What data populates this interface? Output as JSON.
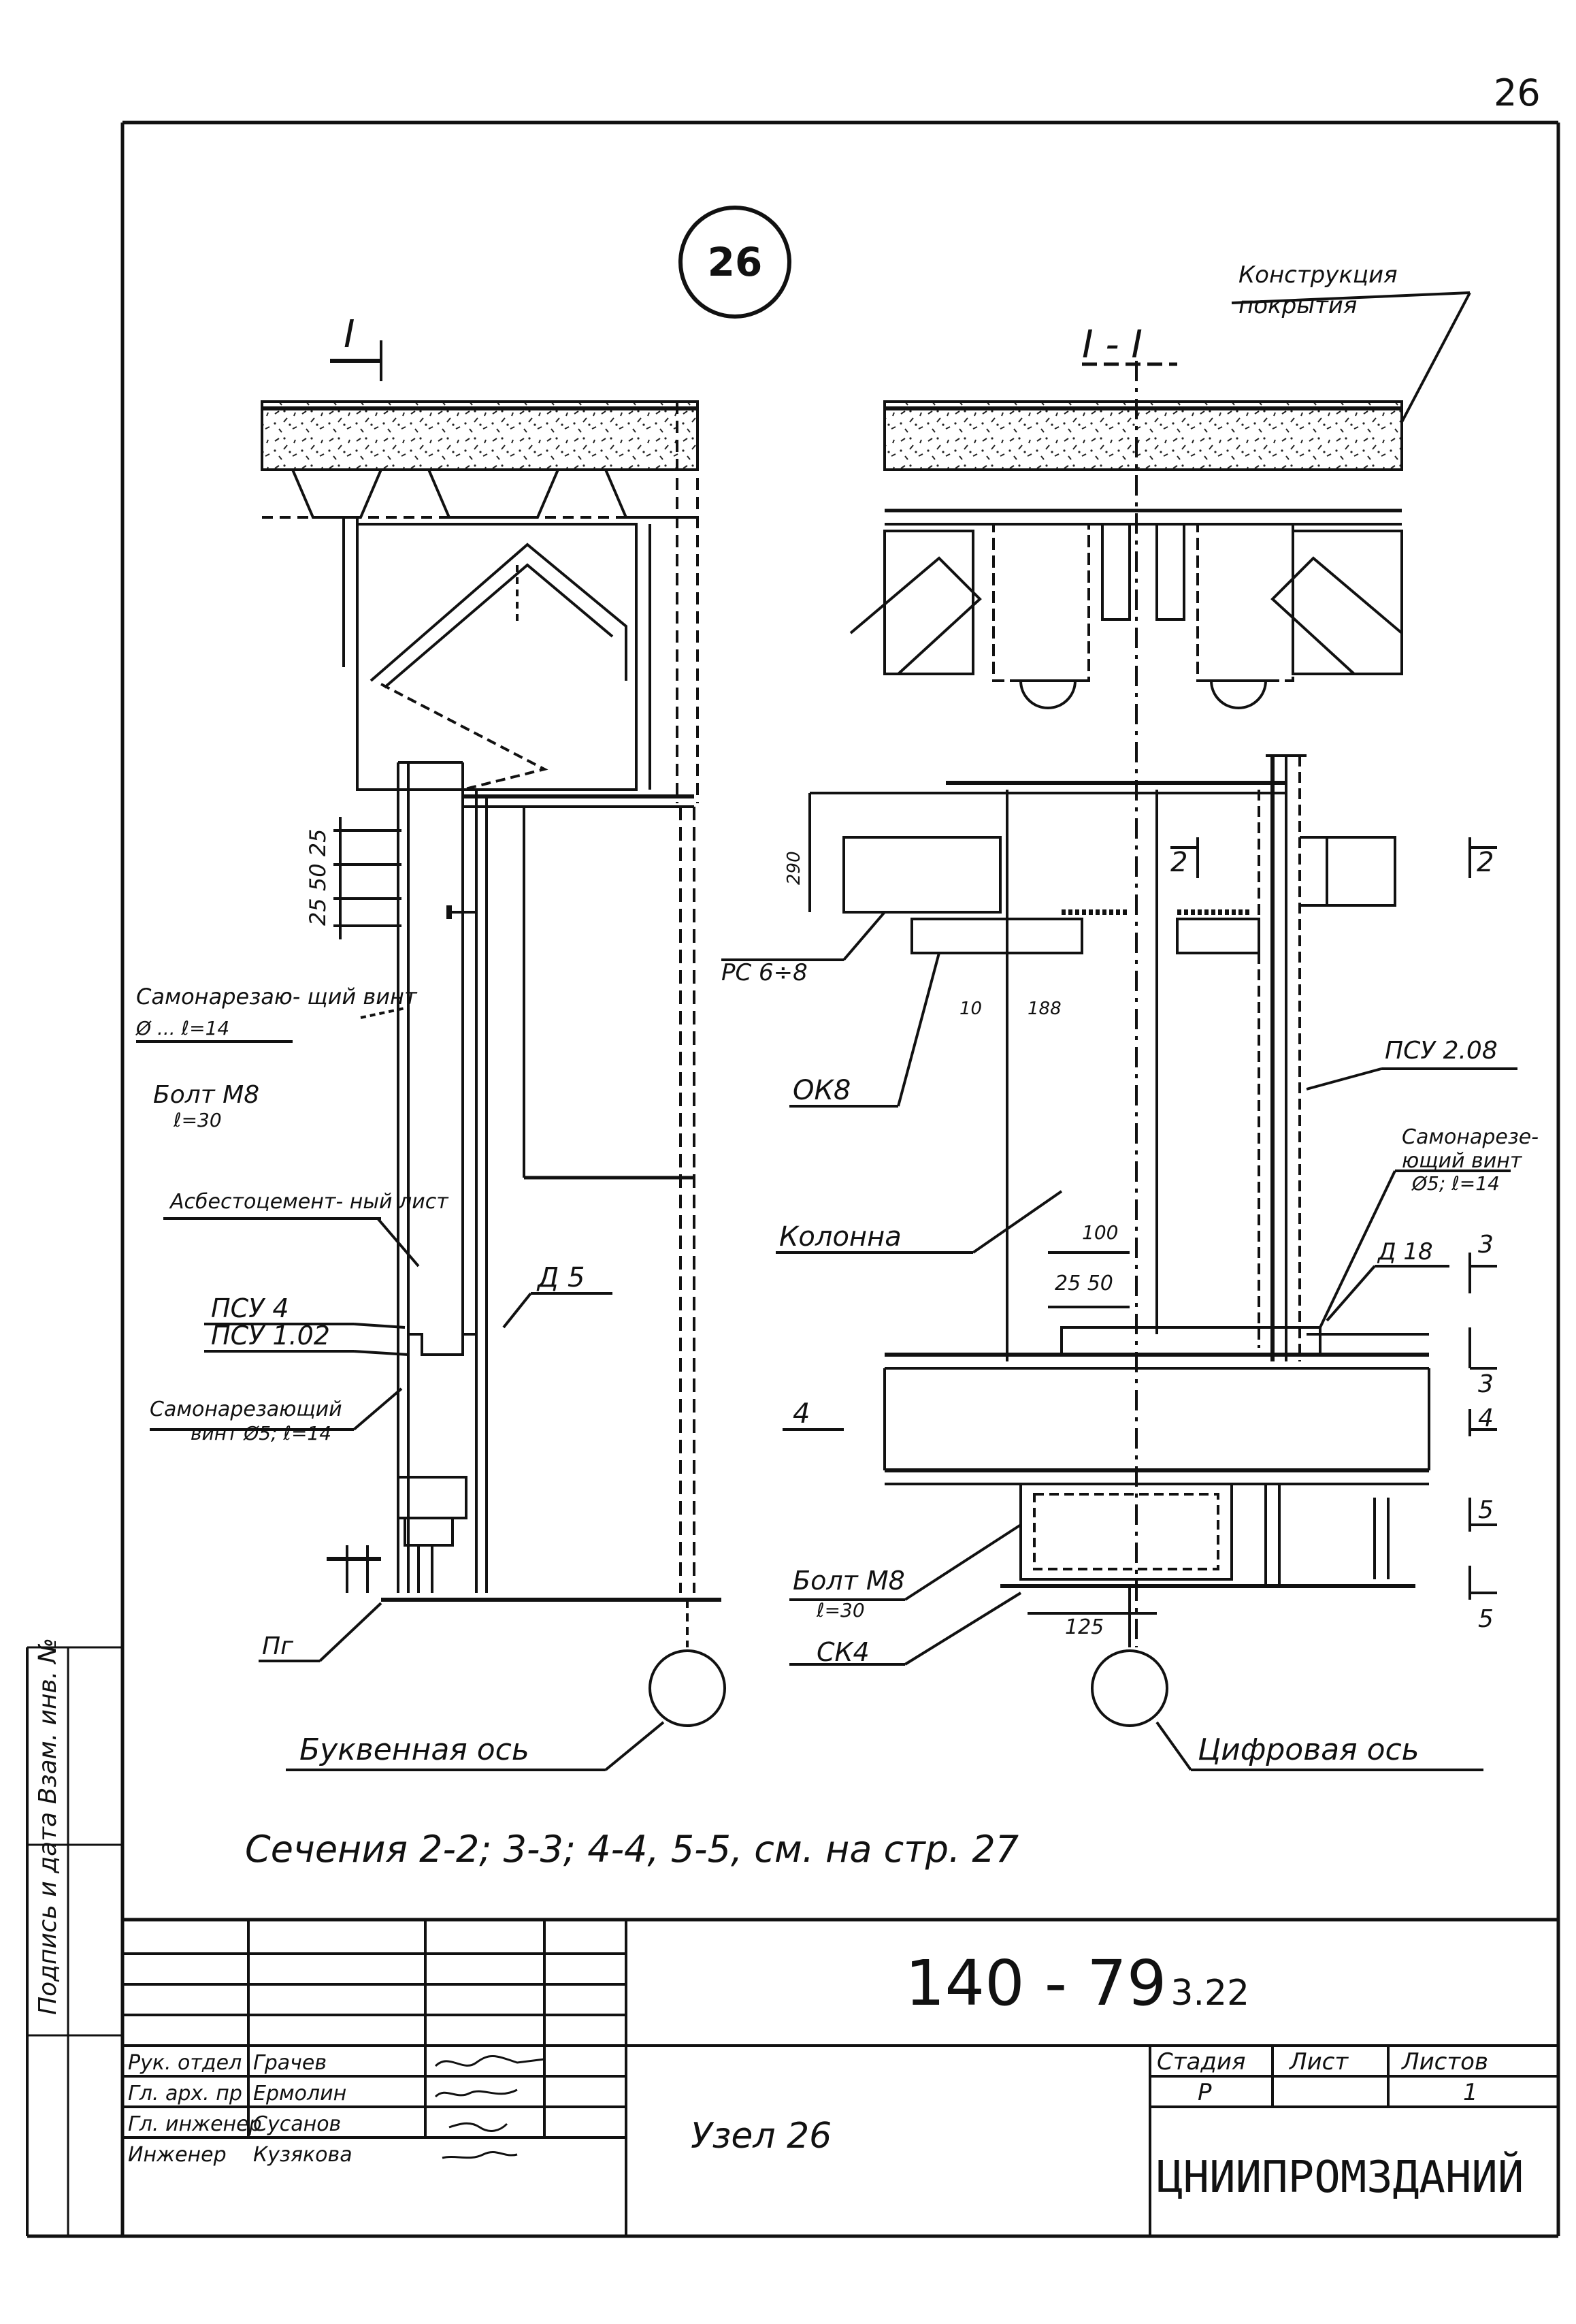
{
  "sheet": {
    "page_number": "26",
    "node_number": "26",
    "section_mark_left": "I",
    "section_mark_title": "I - I",
    "note": "Сечения 2-2; 3-3; 4-4, 5-5, см. на стр. 27"
  },
  "left_view": {
    "labels": {
      "screw_1": "Самонарезаю- щий винт",
      "screw_1_size": "Ø ... ℓ=14",
      "bolt": "Болт М8",
      "bolt_size": "ℓ=30",
      "asbestos": "Асбестоцемент- ный лист",
      "psu4": "ПСУ 4",
      "psu102": "ПСУ 1.02",
      "screw_2": "Самонарезающий",
      "screw_2_b": "винт Ø5; ℓ=14",
      "d5": "Д 5",
      "floor": "Пг",
      "axis_letter": "Буквенная ось",
      "dims_vertical": "25 50 25"
    }
  },
  "right_view": {
    "labels": {
      "roof": "Конструкция",
      "roof_b": "покрытия",
      "fs": "РС 6÷8",
      "ok8": "ОК8",
      "column": "Колонна",
      "psu208": "ПСУ 2.08",
      "screw_3": "Самонарезе-",
      "screw_3_b": "ющий винт",
      "screw_3_c": "Ø5; ℓ=14",
      "d18": "Д 18",
      "bolt": "Болт М8",
      "bolt_size": "ℓ=30",
      "sk4": "СК4",
      "axis_digit": "Цифровая ось",
      "sec2": "2",
      "sec3": "3",
      "sec4": "4",
      "sec5": "5",
      "dim_100": "100",
      "dim_2550": "25 50",
      "dim_125": "125",
      "dim_10": "10",
      "dim_188": "188",
      "dim_290": "290"
    }
  },
  "title_block": {
    "code": "140 - 79",
    "code_suffix": "3.22",
    "name": "Узел 26",
    "stage_header": "Стадия",
    "sheet_header": "Лист",
    "sheets_header": "Листов",
    "stage_value": "Р",
    "sheet_value": "",
    "sheets_value": "1",
    "org": "ЦНИИПРОМЗДАНИЙ",
    "rows": [
      {
        "role": "Рук. отдел",
        "name": "Грачев"
      },
      {
        "role": "Гл. арх. пр",
        "name": "Ермолин"
      },
      {
        "role": "Гл. инженер",
        "name": "Сусанов"
      },
      {
        "role": "Инженер",
        "name": "Кузякова"
      }
    ],
    "side_stamp": "Подпись и дата  Взам. инв. №"
  }
}
